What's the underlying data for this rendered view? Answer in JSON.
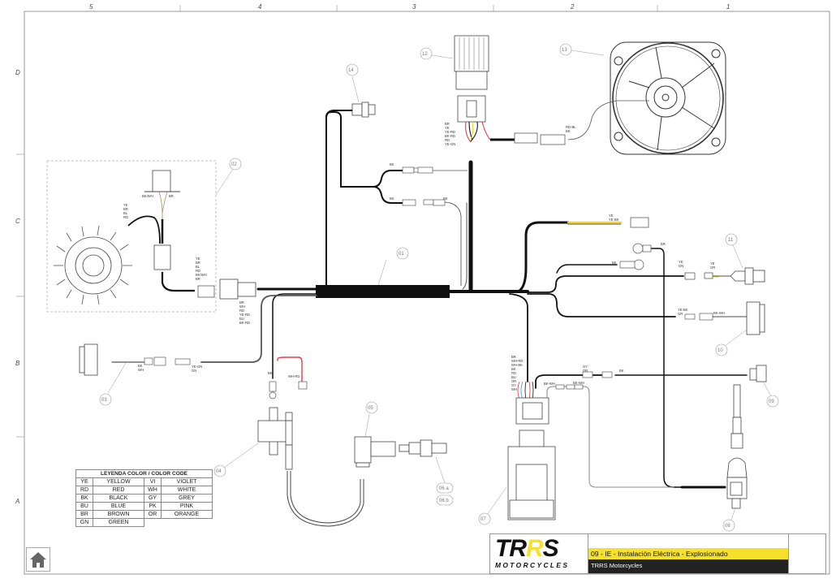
{
  "drawing": {
    "column_labels": [
      "5",
      "4",
      "3",
      "2",
      "1"
    ],
    "row_labels": [
      "D",
      "C",
      "B",
      "A"
    ],
    "colors": {
      "wire_black": "#111111",
      "wire_red": "#d9434b",
      "wire_yellow": "#f2d22e",
      "wire_grey": "#555555",
      "accent_yellow": "#f5e12b",
      "title_dark": "#222222"
    }
  },
  "callouts": {
    "c01": "01",
    "c02": "02",
    "c03": "03",
    "c04": "04",
    "c05": "05",
    "c06a": "06 a",
    "c06b": "06 b",
    "c07": "07",
    "c08": "08",
    "c09": "09",
    "c10": "10",
    "c11": "11",
    "c12": "12",
    "c13": "13",
    "c14": "14"
  },
  "wire_labels": {
    "regulator": [
      "BR",
      "YE",
      "YE-RD",
      "BK-RD",
      "RD",
      "YE-GN"
    ],
    "fan": [
      "RD-BL",
      "BK"
    ],
    "stator_top": [
      "YE",
      "BR",
      "BL",
      "RD"
    ],
    "pickup": [
      "BK/WH",
      "BR"
    ],
    "stator_out": [
      "YE",
      "BR",
      "BL",
      "RD",
      "BK/WH",
      "BR"
    ],
    "main_conn": [
      "BR",
      "WH",
      "RD",
      "YE-RD",
      "BU",
      "BK-RD"
    ],
    "temp_branch_1": "BK",
    "temp_branch_2": "BK",
    "temp_branch_3": "BK",
    "yellow_lead": [
      "YE",
      "YE-BK"
    ],
    "ground_1": "BR",
    "ground_2": "BK",
    "switch11_left": [
      "YE",
      "GN"
    ],
    "switch11_right": [
      "YE",
      "GR"
    ],
    "conn10_left": [
      "YE-BK",
      "GR"
    ],
    "conn10_right": "BK-WH",
    "ignition_bk": "BK",
    "ignition_whrd": "WH-RD",
    "conn03_left": [
      "BK",
      "WH"
    ],
    "conn03_right": [
      "YE-GN",
      "GN"
    ],
    "cdi": [
      "BR",
      "WH-RD",
      "WH-BK",
      "BK",
      "RD",
      "BU",
      "OR",
      "GY",
      "WH"
    ],
    "gy_or": [
      "GY",
      "OR"
    ],
    "cdi_bk": "BK",
    "bkwh_1": "BK-WH",
    "bkwh_2": "BK-WH"
  },
  "legend": {
    "title": "LEYENDA COLOR / COLOR CODE",
    "rows": [
      {
        "c1": "YE",
        "n1": "YELLOW",
        "c2": "VI",
        "n2": "VIOLET"
      },
      {
        "c1": "RD",
        "n1": "RED",
        "c2": "WH",
        "n2": "WHITE"
      },
      {
        "c1": "BK",
        "n1": "BLACK",
        "c2": "GY",
        "n2": "GREY"
      },
      {
        "c1": "BU",
        "n1": "BLUE",
        "c2": "PK",
        "n2": "PINK"
      },
      {
        "c1": "BR",
        "n1": "BROWN",
        "c2": "OR",
        "n2": "ORANGE"
      },
      {
        "c1": "GN",
        "n1": "GREEN",
        "c2": "",
        "n2": ""
      }
    ]
  },
  "title_block": {
    "logo_main_left": "TR",
    "logo_main_mid": "R",
    "logo_main_right": "S",
    "logo_sub": "MOTORCYCLES",
    "doc_title": "09 - IE - Instalación Eléctrica - Explosionado",
    "company": "TRRS Motorcycles"
  },
  "nav": {
    "home_icon": "home-icon"
  }
}
